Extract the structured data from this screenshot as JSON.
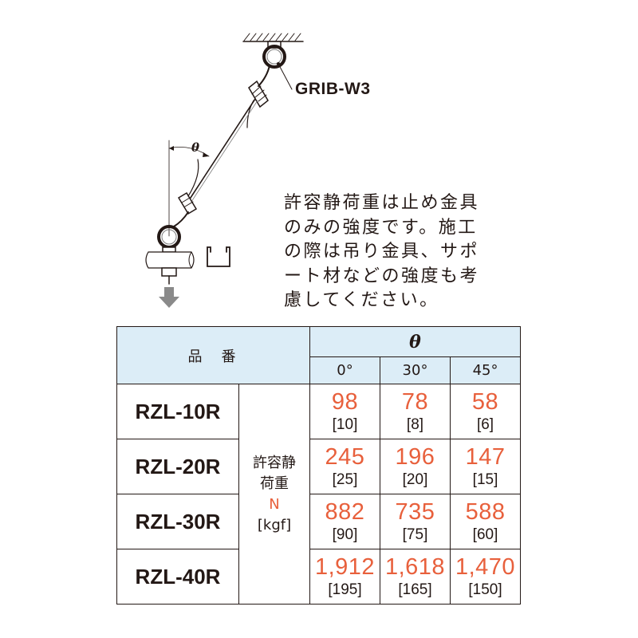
{
  "diagram": {
    "callout_label": "GRIB-W3",
    "angle_symbol": "θ"
  },
  "note": {
    "lines": [
      "許容静荷重は止め金具",
      "のみの強度です。施工",
      "の際は吊り金具、サポ",
      "ート材などの強度も考",
      "慮してください。"
    ]
  },
  "table": {
    "header_label": "品番",
    "theta_label": "θ",
    "angles": [
      "0°",
      "30°",
      "45°"
    ],
    "load_label_line1": "許容静",
    "load_label_line2": "荷重",
    "unit_n": "N",
    "unit_kgf": "[kgf]",
    "rows": [
      {
        "model": "RZL-10R",
        "values": [
          {
            "n": "98",
            "kgf": "10"
          },
          {
            "n": "78",
            "kgf": "8"
          },
          {
            "n": "58",
            "kgf": "6"
          }
        ]
      },
      {
        "model": "RZL-20R",
        "values": [
          {
            "n": "245",
            "kgf": "25"
          },
          {
            "n": "196",
            "kgf": "20"
          },
          {
            "n": "147",
            "kgf": "15"
          }
        ]
      },
      {
        "model": "RZL-30R",
        "values": [
          {
            "n": "882",
            "kgf": "90"
          },
          {
            "n": "735",
            "kgf": "75"
          },
          {
            "n": "588",
            "kgf": "60"
          }
        ]
      },
      {
        "model": "RZL-40R",
        "values": [
          {
            "n": "1,912",
            "kgf": "195"
          },
          {
            "n": "1,618",
            "kgf": "165"
          },
          {
            "n": "1,470",
            "kgf": "150"
          }
        ]
      }
    ]
  },
  "colors": {
    "accent_orange": "#e8603c",
    "header_bg": "#dcedf7",
    "text": "#231815"
  }
}
